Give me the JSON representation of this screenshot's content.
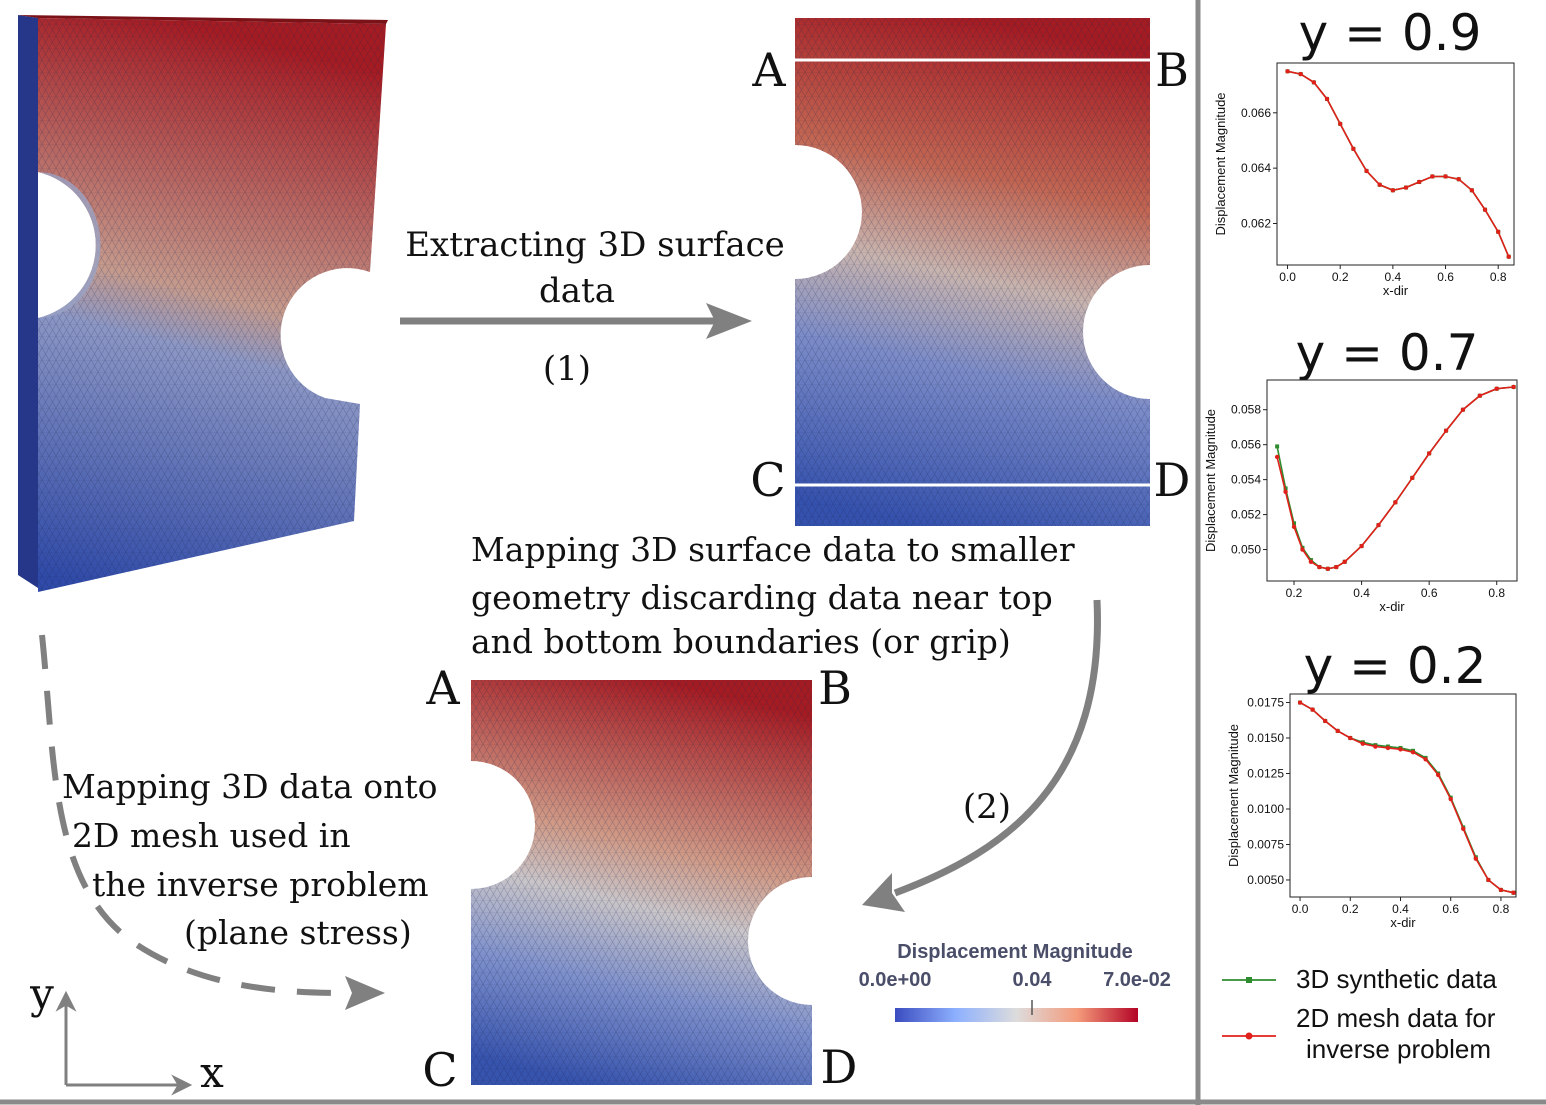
{
  "colors": {
    "mesh_high": "#a61c24",
    "mesh_mid": "#c9b3ad",
    "mesh_low": "#3653ad",
    "arrow_gray": "#808080",
    "divider": "#8a8a8a",
    "series_3d": "#2e8b2e",
    "series_2d": "#e0201a"
  },
  "labels": {
    "step1_text_line1": "Extracting 3D surface",
    "step1_text_line2": "data",
    "step1_number": "(1)",
    "step2_text_line1": "Mapping 3D surface data to smaller",
    "step2_text_line2": "geometry discarding data near top",
    "step2_text_line3": "and bottom boundaries (or grip)",
    "step2_number": "(2)",
    "step3_text_line1": "Mapping 3D data onto",
    "step3_text_line2": "2D mesh used in",
    "step3_text_line3": "the inverse problem",
    "step3_text_line4": "(plane stress)",
    "point_a": "A",
    "point_b": "B",
    "point_c": "C",
    "point_d": "D",
    "axis_x": "x",
    "axis_y": "y"
  },
  "colorbar": {
    "title": "Displacement Magnitude",
    "min_label": "0.0e+00",
    "mid_label": "0.04",
    "max_label": "7.0e-02"
  },
  "legend": {
    "series_3d": "3D synthetic data",
    "series_2d_line1": "2D mesh data for",
    "series_2d_line2": "inverse problem"
  },
  "chart_data": [
    {
      "type": "line",
      "title": "y = 0.9",
      "xlabel": "x-dir",
      "ylabel": "Displacement Magnitude",
      "xlim": [
        -0.04,
        0.86
      ],
      "ylim": [
        0.0605,
        0.0678
      ],
      "xticks": [
        0.0,
        0.2,
        0.4,
        0.6,
        0.8
      ],
      "xtick_labels": [
        "0.0",
        "0.2",
        "0.4",
        "0.6",
        "0.8"
      ],
      "yticks": [
        0.062,
        0.064,
        0.066
      ],
      "ytick_labels": [
        "0.062",
        "0.064",
        "0.066"
      ],
      "series": [
        {
          "name": "3D synthetic data",
          "x": [
            0.0,
            0.05,
            0.1,
            0.15,
            0.2,
            0.25,
            0.3,
            0.35,
            0.4,
            0.45,
            0.5,
            0.55,
            0.6,
            0.65,
            0.7,
            0.75,
            0.8,
            0.84
          ],
          "y": [
            0.0675,
            0.0674,
            0.0671,
            0.0665,
            0.0656,
            0.0647,
            0.0639,
            0.0634,
            0.0632,
            0.0633,
            0.0635,
            0.0637,
            0.0637,
            0.0636,
            0.0632,
            0.0625,
            0.0617,
            0.0608
          ]
        },
        {
          "name": "2D mesh data for inverse problem",
          "x": [
            0.0,
            0.05,
            0.1,
            0.15,
            0.2,
            0.25,
            0.3,
            0.35,
            0.4,
            0.45,
            0.5,
            0.55,
            0.6,
            0.65,
            0.7,
            0.75,
            0.8,
            0.84
          ],
          "y": [
            0.0675,
            0.0674,
            0.0671,
            0.0665,
            0.0656,
            0.0647,
            0.0639,
            0.0634,
            0.0632,
            0.0633,
            0.0635,
            0.0637,
            0.0637,
            0.0636,
            0.0632,
            0.0625,
            0.0617,
            0.0608
          ]
        }
      ]
    },
    {
      "type": "line",
      "title": "y = 0.7",
      "xlabel": "x-dir",
      "ylabel": "Displacement Magnitude",
      "xlim": [
        0.12,
        0.86
      ],
      "ylim": [
        0.0482,
        0.0597
      ],
      "xticks": [
        0.2,
        0.4,
        0.6,
        0.8
      ],
      "xtick_labels": [
        "0.2",
        "0.4",
        "0.6",
        "0.8"
      ],
      "yticks": [
        0.05,
        0.052,
        0.054,
        0.056,
        0.058
      ],
      "ytick_labels": [
        "0.050",
        "0.052",
        "0.054",
        "0.056",
        "0.058"
      ],
      "series": [
        {
          "name": "3D synthetic data",
          "x": [
            0.15,
            0.175,
            0.2,
            0.225,
            0.25,
            0.275,
            0.3,
            0.325,
            0.35,
            0.4,
            0.45,
            0.5,
            0.55,
            0.6,
            0.65,
            0.7,
            0.75,
            0.8,
            0.85
          ],
          "y": [
            0.0559,
            0.0535,
            0.0515,
            0.0501,
            0.0494,
            0.049,
            0.0489,
            0.049,
            0.0493,
            0.0502,
            0.0514,
            0.0527,
            0.0541,
            0.0555,
            0.0568,
            0.058,
            0.0588,
            0.0592,
            0.0593
          ]
        },
        {
          "name": "2D mesh data for inverse problem",
          "x": [
            0.15,
            0.175,
            0.2,
            0.225,
            0.25,
            0.275,
            0.3,
            0.325,
            0.35,
            0.4,
            0.45,
            0.5,
            0.55,
            0.6,
            0.65,
            0.7,
            0.75,
            0.8,
            0.85
          ],
          "y": [
            0.0553,
            0.0533,
            0.0513,
            0.05,
            0.0493,
            0.049,
            0.0489,
            0.049,
            0.0493,
            0.0502,
            0.0514,
            0.0527,
            0.0541,
            0.0555,
            0.0568,
            0.058,
            0.0588,
            0.0592,
            0.0593
          ]
        }
      ]
    },
    {
      "type": "line",
      "title": "y = 0.2",
      "xlabel": "x-dir",
      "ylabel": "Displacement Magnitude",
      "xlim": [
        -0.04,
        0.86
      ],
      "ylim": [
        0.0038,
        0.0181
      ],
      "xticks": [
        0.0,
        0.2,
        0.4,
        0.6,
        0.8
      ],
      "xtick_labels": [
        "0.0",
        "0.2",
        "0.4",
        "0.6",
        "0.8"
      ],
      "yticks": [
        0.005,
        0.0075,
        0.01,
        0.0125,
        0.015,
        0.0175
      ],
      "ytick_labels": [
        "0.0050",
        "0.0075",
        "0.0100",
        "0.0125",
        "0.0150",
        "0.0175"
      ],
      "series": [
        {
          "name": "3D synthetic data",
          "x": [
            0.0,
            0.05,
            0.1,
            0.15,
            0.2,
            0.25,
            0.3,
            0.35,
            0.4,
            0.45,
            0.5,
            0.55,
            0.6,
            0.65,
            0.7,
            0.75,
            0.8,
            0.85
          ],
          "y": [
            0.0175,
            0.017,
            0.0162,
            0.0155,
            0.015,
            0.0147,
            0.0145,
            0.0144,
            0.0143,
            0.0141,
            0.0136,
            0.0125,
            0.0108,
            0.0087,
            0.0066,
            0.005,
            0.0043,
            0.0041
          ]
        },
        {
          "name": "2D mesh data for inverse problem",
          "x": [
            0.0,
            0.05,
            0.1,
            0.15,
            0.2,
            0.25,
            0.3,
            0.35,
            0.4,
            0.45,
            0.5,
            0.55,
            0.6,
            0.65,
            0.7,
            0.75,
            0.8,
            0.85
          ],
          "y": [
            0.0175,
            0.017,
            0.0162,
            0.0155,
            0.015,
            0.0146,
            0.0144,
            0.0143,
            0.0142,
            0.014,
            0.0135,
            0.0124,
            0.0107,
            0.0086,
            0.0065,
            0.005,
            0.0043,
            0.0041
          ]
        }
      ]
    }
  ]
}
